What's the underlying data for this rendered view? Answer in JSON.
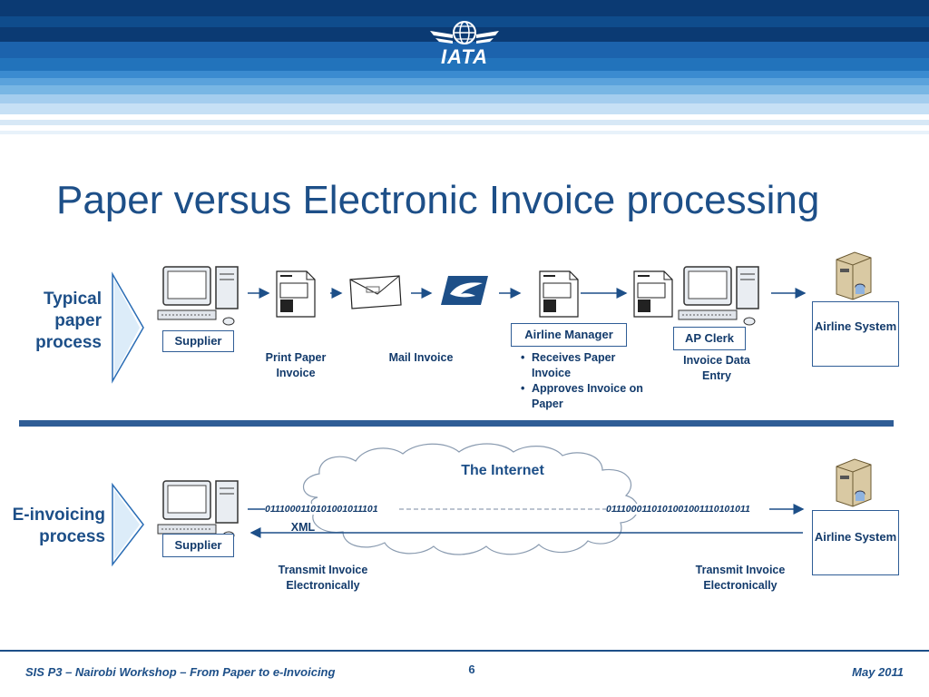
{
  "header": {
    "logo_text": "IATA"
  },
  "slide": {
    "title": "Paper versus Electronic Invoice processing",
    "page_number": "6"
  },
  "paper_process": {
    "label": "Typical paper process",
    "supplier_label": "Supplier",
    "print_caption": "Print Paper Invoice",
    "mail_caption": "Mail Invoice",
    "airline_manager_label": "Airline Manager",
    "manager_bullets": [
      "Receives Paper Invoice",
      "Approves Invoice on Paper"
    ],
    "ap_clerk_label": "AP Clerk",
    "ap_clerk_caption": "Invoice Data Entry",
    "airline_system_label": "Airline System"
  },
  "e_process": {
    "label": "E-invoicing process",
    "supplier_label": "Supplier",
    "internet_label": "The Internet",
    "binary_left": "0111000110101001011101",
    "binary_right": "0111000110101001001110101011",
    "xml_label": "XML",
    "transmit_left": "Transmit Invoice Electronically",
    "transmit_right": "Transmit Invoice Electronically",
    "airline_system_label": "Airline System"
  },
  "footer": {
    "left_text": "SIS P3 – Nairobi Workshop – From Paper to e-Invoicing",
    "date": "May 2011"
  },
  "colors": {
    "brand_blue": "#1d4f88",
    "header_dark": "#0b3a73",
    "divider": "#2f5d96"
  },
  "icons": [
    "iata-globe-logo",
    "computer-icon",
    "paper-invoice-icon",
    "envelope-icon",
    "usps-eagle-icon",
    "server-icon",
    "cloud-icon"
  ]
}
